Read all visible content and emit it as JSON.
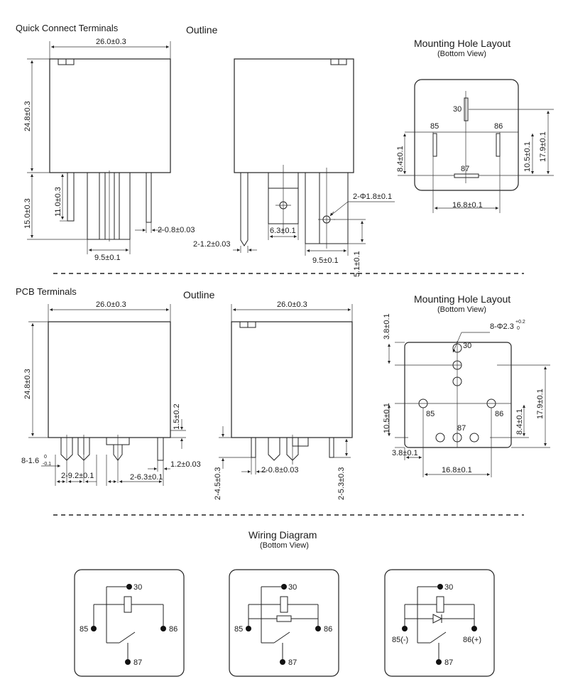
{
  "sections": {
    "quick_connect": "Quick Connect Terminals",
    "pcb": "PCB Terminals",
    "outline": "Outline",
    "mounting_title": "Mounting Hole Layout",
    "bottom_view": "(Bottom View)",
    "wiring_title": "Wiring Diagram"
  },
  "dims": {
    "width": "26.0±0.3",
    "height": "24.8±0.3",
    "qc_pin_len": "15.0±0.3",
    "qc_pin_short": "11.0±0.3",
    "qc_pin_thk": "2-0.8±0.03",
    "qc_pin_pitch": "9.5±0.1",
    "qc_side_thk": "2-1.2±0.03",
    "qc_tab_w": "6.3±0.1",
    "qc_hole": "2-Φ1.8±0.1",
    "qc_pitch2": "9.5±0.1",
    "qc_hole_pos": "5.1±0.1",
    "mh_85_30": "8.4±0.1",
    "mh_87_85": "10.5±0.1",
    "mh_87_30": "17.9±0.1",
    "mh_85_86": "16.8±0.1",
    "pcb_height": "24.8±0.3",
    "pcb_standoff": "1.5±0.2",
    "pcb_pin_w": "8-1.6",
    "pcb_pin_w_tol_upper": "0",
    "pcb_pin_w_tol_lower": "-0.1",
    "pcb_pitch1": "2-9.2±0.1",
    "pcb_pitch2": "2-6.3±0.1",
    "pcb_pin_thk": "1.2±0.03",
    "pcb_pin_len1": "2-4.5±0.3",
    "pcb_pin_thk2": "2-0.8±0.03",
    "pcb_pin_len2": "2-5.3±0.3",
    "pcb_hole": "8-Φ2.3",
    "pcb_hole_tol_upper": "+0.2",
    "pcb_hole_tol_lower": "0",
    "pcb_top_off": "3.8±0.1",
    "pcb_v1": "10.5±0.1",
    "pcb_v2": "17.9±0.1",
    "pcb_v3": "8.4±0.1",
    "pcb_h_off": "3.8±0.1",
    "pcb_h_span": "16.8±0.1"
  },
  "pins": {
    "p30": "30",
    "p85": "85",
    "p86": "86",
    "p87": "87",
    "p85n": "85(-)",
    "p86p": "86(+)"
  }
}
